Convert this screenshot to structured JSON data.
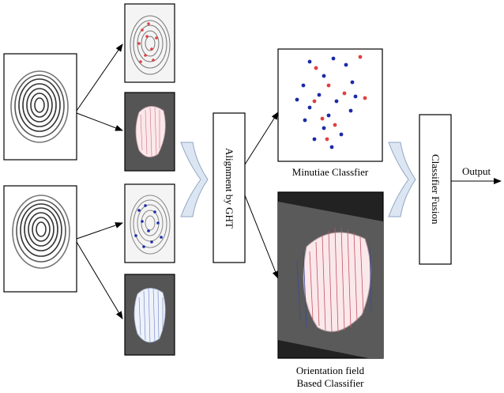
{
  "labels": {
    "alignment": "Alignment by GHT",
    "fusion": "Classifier Fusion",
    "output": "Output",
    "minutiae": "Minutiae Classfier",
    "orientation_line1": "Orientation field",
    "orientation_line2": "Based Classifier"
  },
  "colors": {
    "box_border": "#000000",
    "dark_panel": "#555555",
    "darker_panel": "#222222",
    "chevron_fill": "#dce6f2",
    "chevron_stroke": "#8fa6c4",
    "minutiae_red": "#e04040",
    "minutiae_blue": "#1a2aa8"
  },
  "images": [
    {
      "name": "fingerprint-input-top"
    },
    {
      "name": "fingerprint-input-bottom"
    },
    {
      "name": "minutiae-thumb-top"
    },
    {
      "name": "orientation-thumb-top"
    },
    {
      "name": "minutiae-thumb-bottom"
    },
    {
      "name": "orientation-thumb-bottom"
    },
    {
      "name": "minutiae-result"
    },
    {
      "name": "orientation-result"
    }
  ]
}
